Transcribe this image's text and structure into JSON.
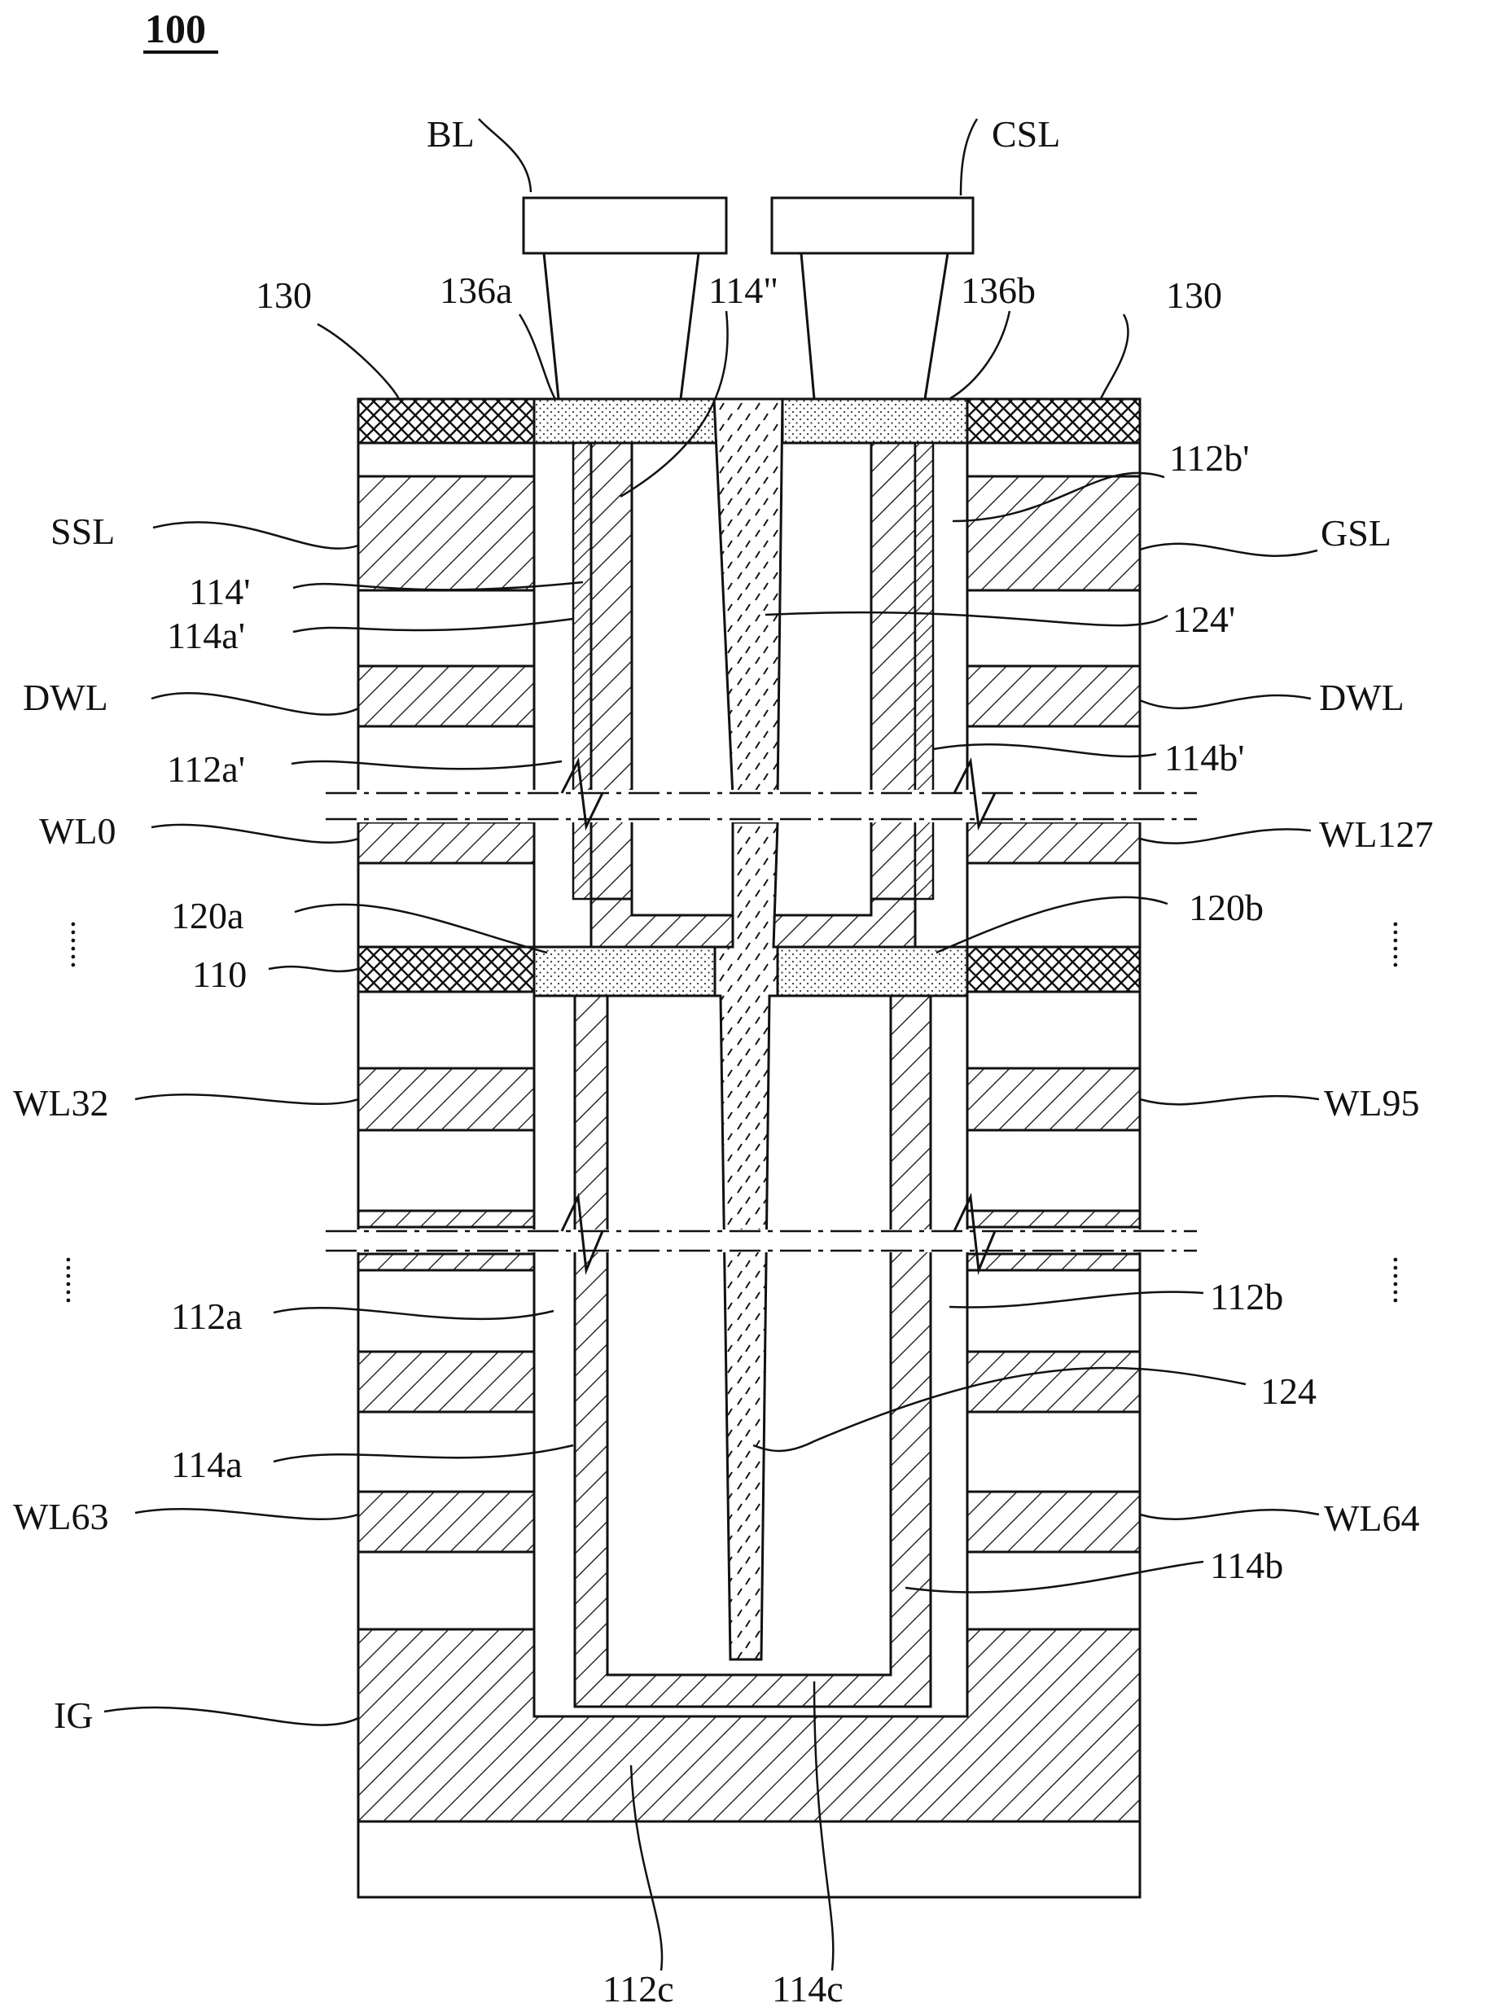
{
  "figure_id": "100",
  "labels": {
    "BL": "BL",
    "CSL": "CSL",
    "130": "130",
    "136a": "136a",
    "114dd": "114\"",
    "136b": "136b",
    "112b_prime": "112b'",
    "SSL": "SSL",
    "GSL": "GSL",
    "114_prime": "114'",
    "114a_prime": "114a'",
    "124_prime": "124'",
    "DWL": "DWL",
    "112a_prime": "112a'",
    "114b_prime": "114b'",
    "WL0": "WL0",
    "WL127": "WL127",
    "120a": "120a",
    "120b": "120b",
    "110": "110",
    "WL32": "WL32",
    "WL95": "WL95",
    "112a": "112a",
    "112b": "112b",
    "124": "124",
    "114a": "114a",
    "WL63": "WL63",
    "WL64": "WL64",
    "114b": "114b",
    "IG": "IG",
    "112c": "112c",
    "114c": "114c"
  },
  "ellipsis": "......",
  "colors": {
    "line": "#111111",
    "background": "#ffffff"
  }
}
